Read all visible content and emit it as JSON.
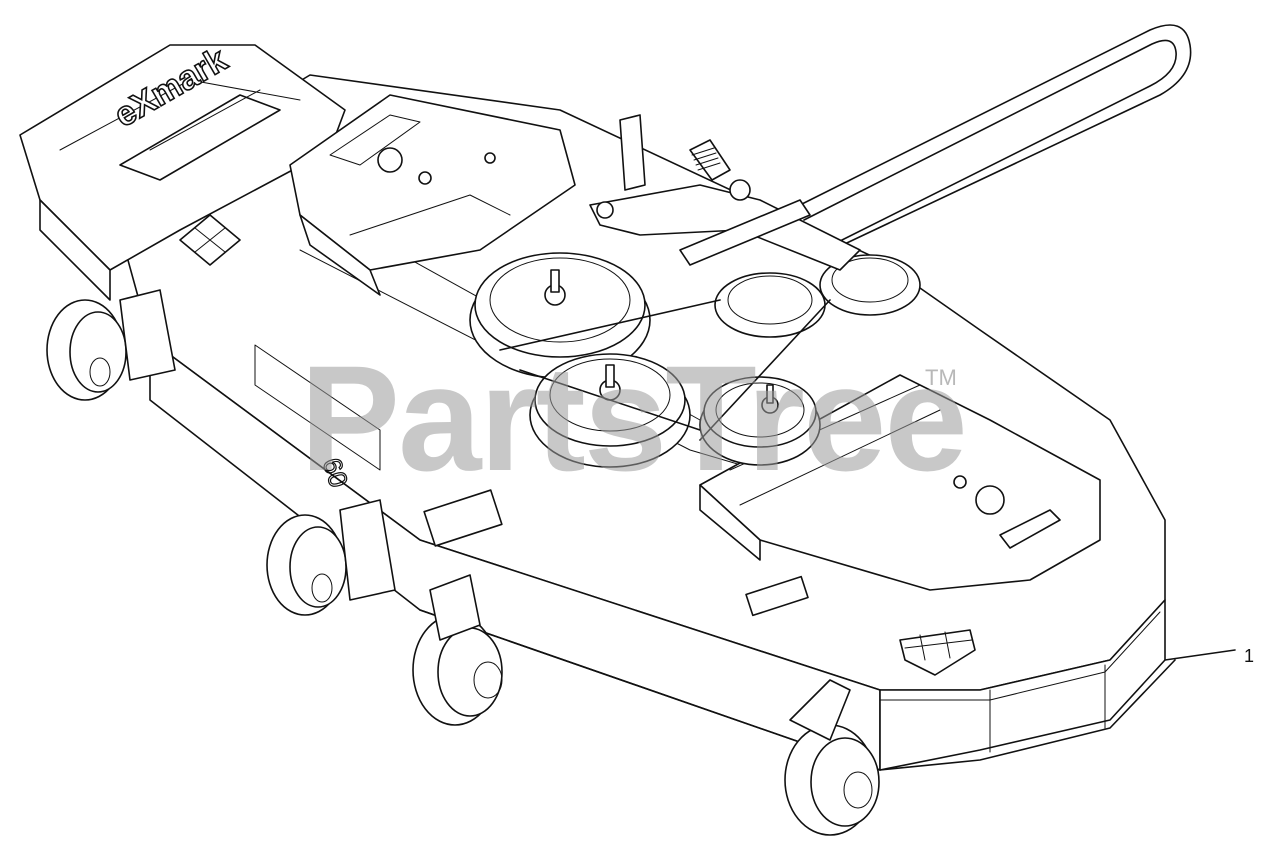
{
  "watermark": {
    "text": "PartsTree",
    "trademark": "TM"
  },
  "brand_logo": "eXmark",
  "deck_size_marking": "60",
  "callouts": [
    {
      "number": "1"
    }
  ]
}
